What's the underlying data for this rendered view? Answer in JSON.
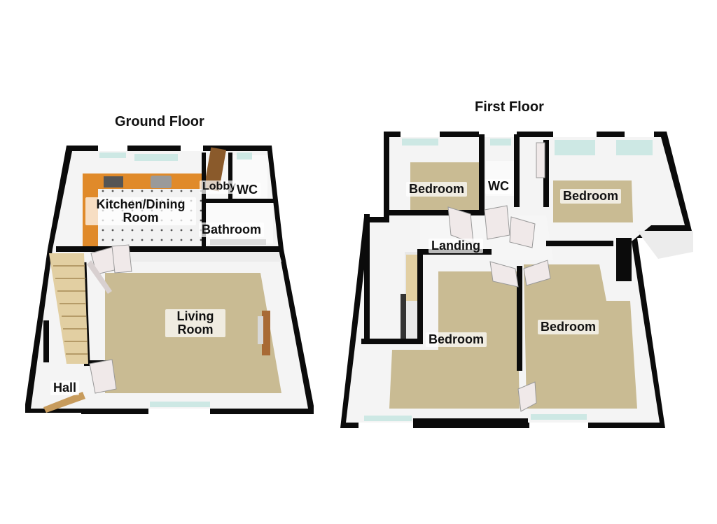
{
  "floors": [
    {
      "title": "Ground Floor",
      "rooms": [
        {
          "id": "kitchen",
          "lines": [
            "Kitchen/Dining",
            "Room"
          ]
        },
        {
          "id": "lobby",
          "lines": [
            "Lobby"
          ]
        },
        {
          "id": "wc",
          "lines": [
            "WC"
          ]
        },
        {
          "id": "bathroom",
          "lines": [
            "Bathroom"
          ]
        },
        {
          "id": "living",
          "lines": [
            "Living",
            "Room"
          ]
        },
        {
          "id": "hall",
          "lines": [
            "Hall"
          ]
        }
      ]
    },
    {
      "title": "First Floor",
      "rooms": [
        {
          "id": "bedroom-1",
          "lines": [
            "Bedroom"
          ]
        },
        {
          "id": "wc",
          "lines": [
            "WC"
          ]
        },
        {
          "id": "bedroom-2",
          "lines": [
            "Bedroom"
          ]
        },
        {
          "id": "landing",
          "lines": [
            "Landing"
          ]
        },
        {
          "id": "bedroom-3",
          "lines": [
            "Bedroom"
          ]
        },
        {
          "id": "bedroom-4",
          "lines": [
            "Bedroom"
          ]
        }
      ]
    }
  ],
  "colors": {
    "wall": "#0b0b0b",
    "wall_face": "#f4f4f4",
    "carpet": "#c9bb93",
    "kitchen_floor": "#f2f2f2",
    "worktop": "#e08a2a",
    "window": "#cde8e4"
  }
}
